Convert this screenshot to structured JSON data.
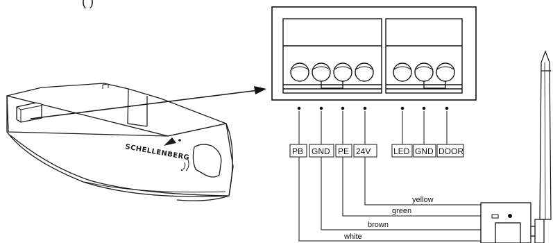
{
  "header_fragment": "(         )",
  "opener": {
    "brand": "SCHELLENBERG"
  },
  "terminals": [
    "PB",
    "GND",
    "PE",
    "24V",
    "LED",
    "GND",
    "DOOR"
  ],
  "wires": [
    {
      "label": "yellow",
      "terminal": "24V"
    },
    {
      "label": "green",
      "terminal": "PE"
    },
    {
      "label": "brown",
      "terminal": "GND"
    },
    {
      "label": "white",
      "terminal": "PB"
    }
  ]
}
